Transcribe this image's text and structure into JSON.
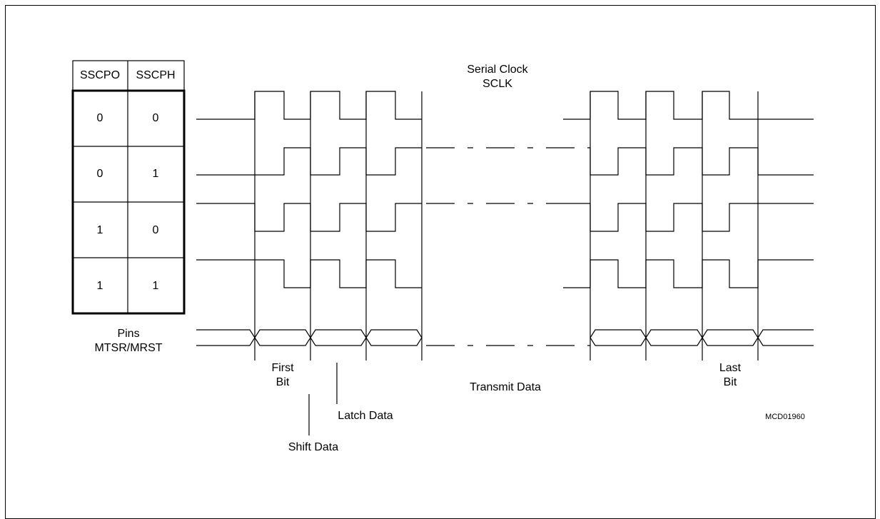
{
  "table": {
    "headers": [
      "SSCPO",
      "SSCPH"
    ],
    "rows": [
      [
        "0",
        "0"
      ],
      [
        "0",
        "1"
      ],
      [
        "1",
        "0"
      ],
      [
        "1",
        "1"
      ]
    ]
  },
  "labels": {
    "serial_clock": "Serial Clock",
    "sclk": "SCLK",
    "pins": "Pins",
    "pins_name": "MTSR/MRST",
    "first": "First",
    "first_bit": "Bit",
    "last": "Last",
    "last_bit": "Bit",
    "transmit_data": "Transmit Data",
    "latch_data": "Latch Data",
    "shift_data": "Shift Data",
    "figure_id": "MCD01960"
  }
}
